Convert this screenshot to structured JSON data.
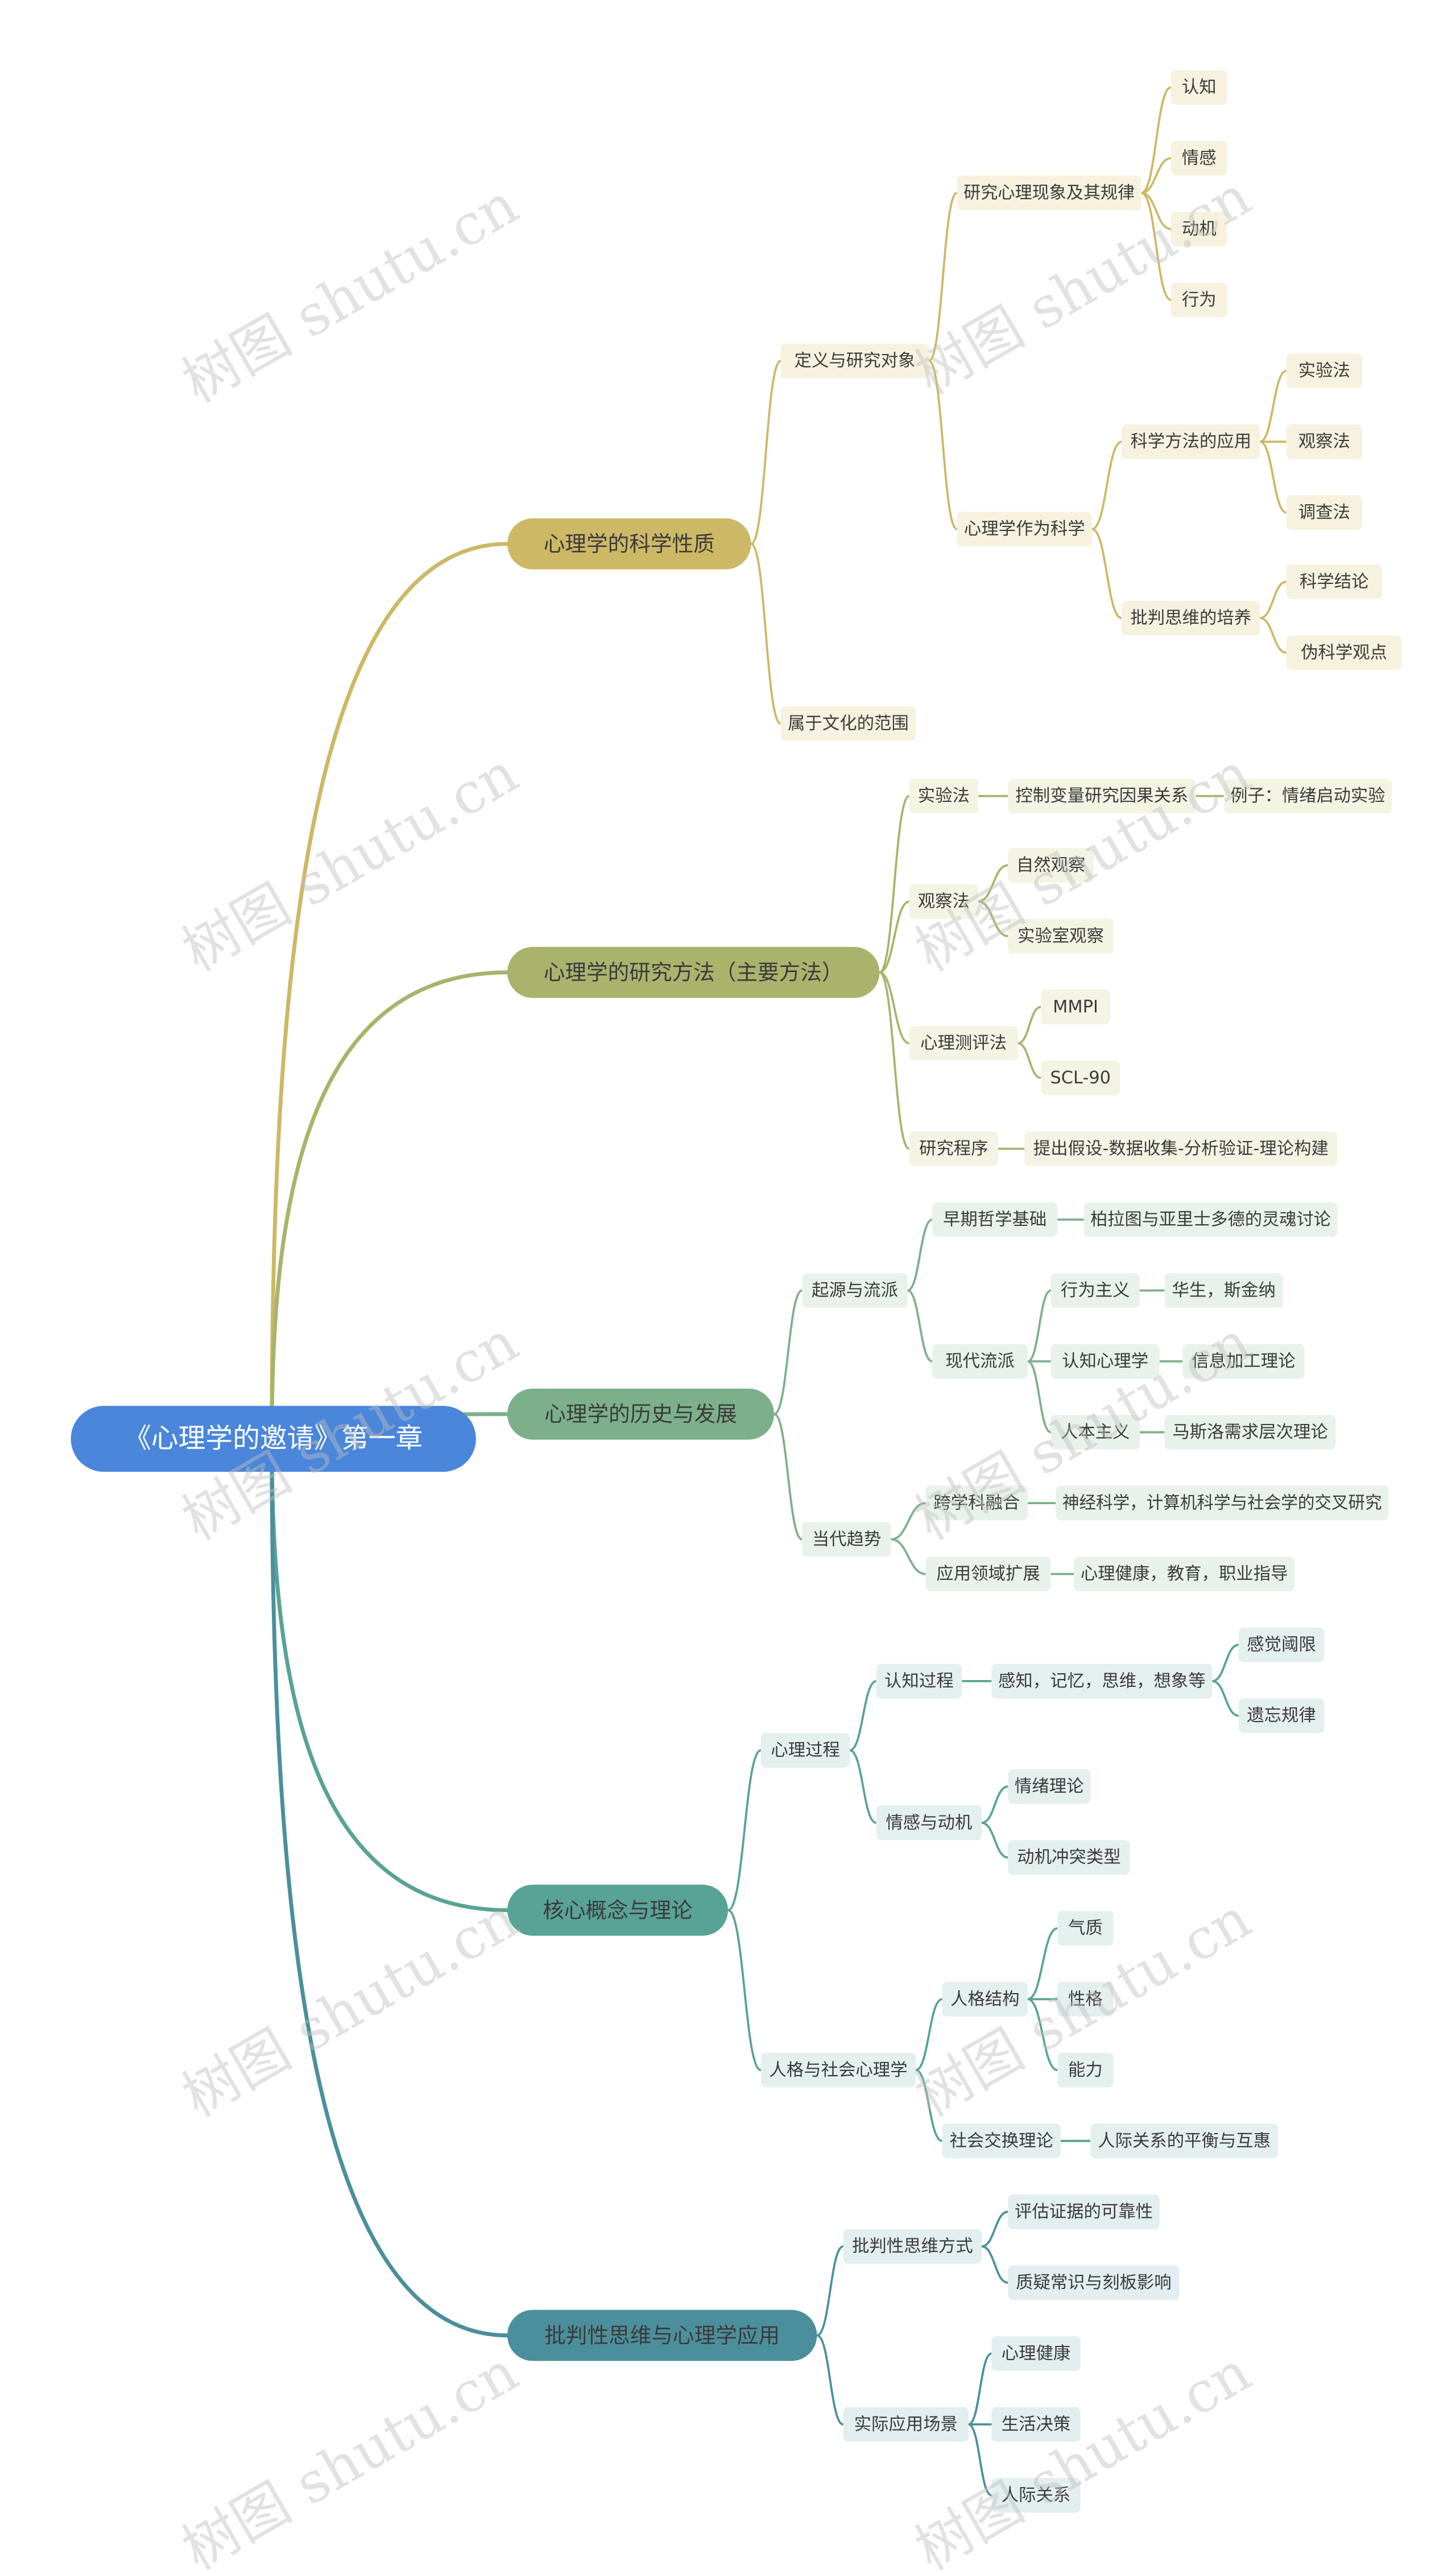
{
  "watermark": "树图 shutu.cn",
  "palette": {
    "root_fill": "#4A86DA",
    "branch_colors": [
      "#CDB865",
      "#A9B36C",
      "#7CB08A",
      "#58A395",
      "#4C8F9C"
    ],
    "leaf_fills": [
      "#F6F2DF",
      "#F3F4E3",
      "#E8F2EB",
      "#E4F0EE",
      "#E2EEF0"
    ],
    "text_dark": "#3B3B3B"
  },
  "mindmap": {
    "root": {
      "id": "root",
      "label": "《心理学的邀请》第一章"
    },
    "branches": [
      {
        "id": "b1",
        "label": "心理学的科学性质",
        "children": [
          {
            "id": "b1c1",
            "label": "定义与研究对象",
            "children": [
              {
                "id": "b1c1a",
                "label": "研究心理现象及其规律",
                "children": [
                  {
                    "id": "b1c1a1",
                    "label": "认知"
                  },
                  {
                    "id": "b1c1a2",
                    "label": "情感"
                  },
                  {
                    "id": "b1c1a3",
                    "label": "动机"
                  },
                  {
                    "id": "b1c1a4",
                    "label": "行为"
                  }
                ]
              },
              {
                "id": "b1c1b",
                "label": "心理学作为科学",
                "children": [
                  {
                    "id": "b1c1b1",
                    "label": "科学方法的应用",
                    "children": [
                      {
                        "id": "b1c1b1a",
                        "label": "实验法"
                      },
                      {
                        "id": "b1c1b1b",
                        "label": "观察法"
                      },
                      {
                        "id": "b1c1b1c",
                        "label": "调查法"
                      }
                    ]
                  },
                  {
                    "id": "b1c1b2",
                    "label": "批判思维的培养",
                    "children": [
                      {
                        "id": "b1c1b2a",
                        "label": "科学结论"
                      },
                      {
                        "id": "b1c1b2b",
                        "label": "伪科学观点"
                      }
                    ]
                  }
                ]
              }
            ]
          },
          {
            "id": "b1c2",
            "label": "属于文化的范围"
          }
        ]
      },
      {
        "id": "b2",
        "label": "心理学的研究方法（主要方法）",
        "children": [
          {
            "id": "b2c1",
            "label": "实验法",
            "children": [
              {
                "id": "b2c1a",
                "label": "控制变量研究因果关系",
                "children": [
                  {
                    "id": "b2c1a1",
                    "label": "例子：情绪启动实验"
                  }
                ]
              }
            ]
          },
          {
            "id": "b2c2",
            "label": "观察法",
            "children": [
              {
                "id": "b2c2a",
                "label": "自然观察"
              },
              {
                "id": "b2c2b",
                "label": "实验室观察"
              }
            ]
          },
          {
            "id": "b2c3",
            "label": "心理测评法",
            "children": [
              {
                "id": "b2c3a",
                "label": "MMPI"
              },
              {
                "id": "b2c3b",
                "label": "SCL-90"
              }
            ]
          },
          {
            "id": "b2c4",
            "label": "研究程序",
            "children": [
              {
                "id": "b2c4a",
                "label": "提出假设-数据收集-分析验证-理论构建"
              }
            ]
          }
        ]
      },
      {
        "id": "b3",
        "label": "心理学的历史与发展",
        "children": [
          {
            "id": "b3c1",
            "label": "起源与流派",
            "children": [
              {
                "id": "b3c1a",
                "label": "早期哲学基础",
                "children": [
                  {
                    "id": "b3c1a1",
                    "label": "柏拉图与亚里士多德的灵魂讨论"
                  }
                ]
              },
              {
                "id": "b3c1b",
                "label": "现代流派",
                "children": [
                  {
                    "id": "b3c1b1",
                    "label": "行为主义",
                    "children": [
                      {
                        "id": "b3c1b1a",
                        "label": "华生，斯金纳"
                      }
                    ]
                  },
                  {
                    "id": "b3c1b2",
                    "label": "认知心理学",
                    "children": [
                      {
                        "id": "b3c1b2a",
                        "label": "信息加工理论"
                      }
                    ]
                  },
                  {
                    "id": "b3c1b3",
                    "label": "人本主义",
                    "children": [
                      {
                        "id": "b3c1b3a",
                        "label": "马斯洛需求层次理论"
                      }
                    ]
                  }
                ]
              }
            ]
          },
          {
            "id": "b3c2",
            "label": "当代趋势",
            "children": [
              {
                "id": "b3c2a",
                "label": "跨学科融合",
                "children": [
                  {
                    "id": "b3c2a1",
                    "label": "神经科学，计算机科学与社会学的交叉研究"
                  }
                ]
              },
              {
                "id": "b3c2b",
                "label": "应用领域扩展",
                "children": [
                  {
                    "id": "b3c2b1",
                    "label": "心理健康，教育，职业指导"
                  }
                ]
              }
            ]
          }
        ]
      },
      {
        "id": "b4",
        "label": "核心概念与理论",
        "children": [
          {
            "id": "b4c1",
            "label": "心理过程",
            "children": [
              {
                "id": "b4c1a",
                "label": "认知过程",
                "children": [
                  {
                    "id": "b4c1a1",
                    "label": "感知，记忆，思维，想象等",
                    "children": [
                      {
                        "id": "b4c1a1a",
                        "label": "感觉阈限"
                      },
                      {
                        "id": "b4c1a1b",
                        "label": "遗忘规律"
                      }
                    ]
                  }
                ]
              },
              {
                "id": "b4c1b",
                "label": "情感与动机",
                "children": [
                  {
                    "id": "b4c1b1",
                    "label": "情绪理论"
                  },
                  {
                    "id": "b4c1b2",
                    "label": "动机冲突类型"
                  }
                ]
              }
            ]
          },
          {
            "id": "b4c2",
            "label": "人格与社会心理学",
            "children": [
              {
                "id": "b4c2a",
                "label": "人格结构",
                "children": [
                  {
                    "id": "b4c2a1",
                    "label": "气质"
                  },
                  {
                    "id": "b4c2a2",
                    "label": "性格"
                  },
                  {
                    "id": "b4c2a3",
                    "label": "能力"
                  }
                ]
              },
              {
                "id": "b4c2b",
                "label": "社会交换理论",
                "children": [
                  {
                    "id": "b4c2b1",
                    "label": "人际关系的平衡与互惠"
                  }
                ]
              }
            ]
          }
        ]
      },
      {
        "id": "b5",
        "label": "批判性思维与心理学应用",
        "children": [
          {
            "id": "b5c1",
            "label": "批判性思维方式",
            "children": [
              {
                "id": "b5c1a",
                "label": "评估证据的可靠性"
              },
              {
                "id": "b5c1b",
                "label": "质疑常识与刻板影响"
              }
            ]
          },
          {
            "id": "b5c2",
            "label": "实际应用场景",
            "children": [
              {
                "id": "b5c2a",
                "label": "心理健康"
              },
              {
                "id": "b5c2b",
                "label": "生活决策"
              },
              {
                "id": "b5c2c",
                "label": "人际关系"
              }
            ]
          }
        ]
      }
    ]
  }
}
